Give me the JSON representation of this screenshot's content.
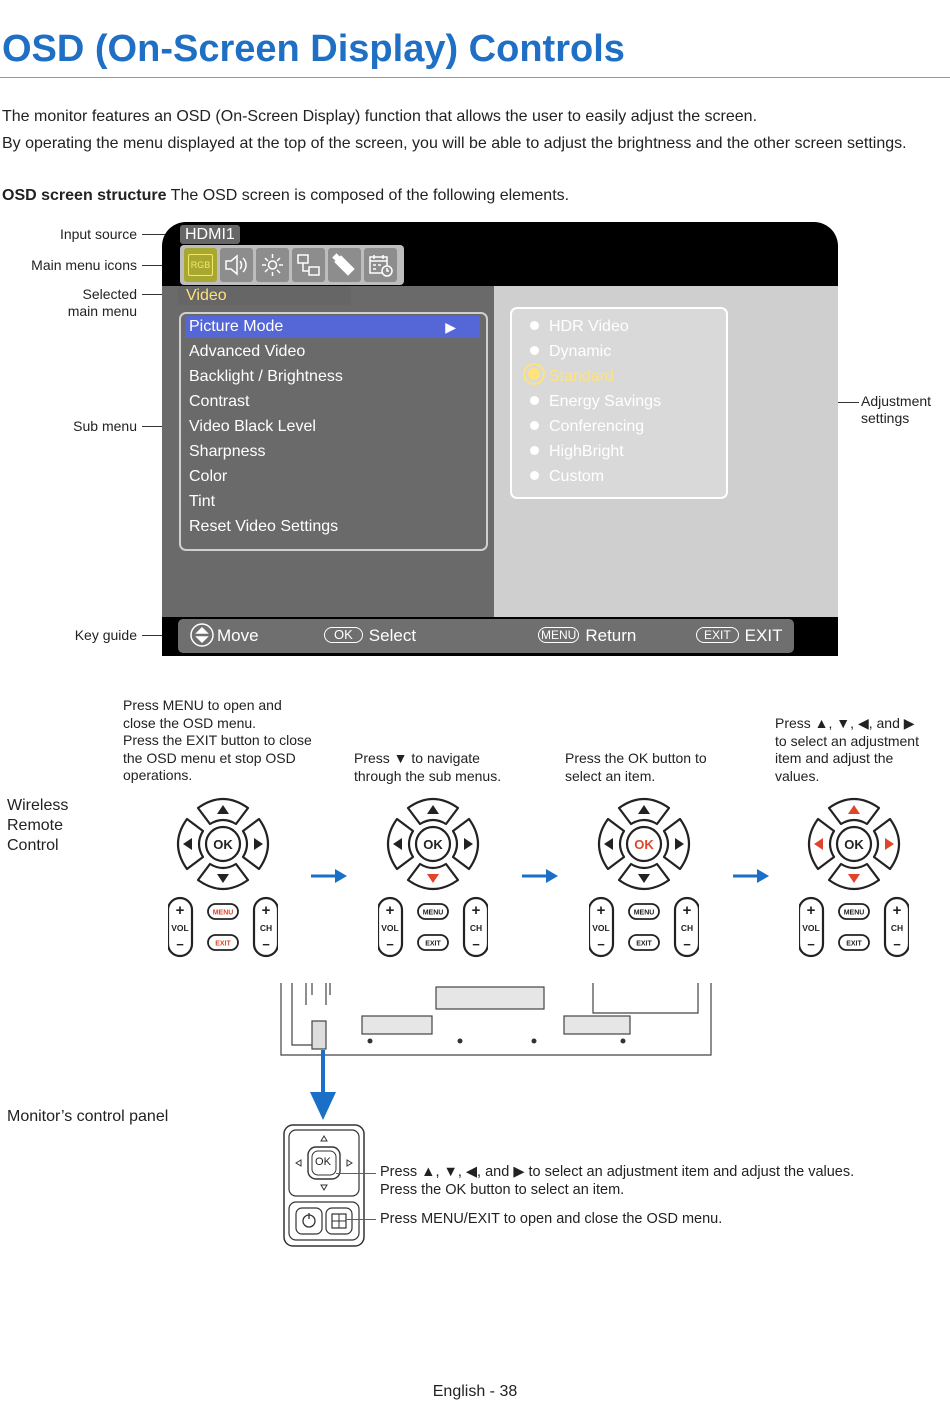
{
  "page": {
    "title": "OSD (On-Screen Display) Controls",
    "intro_line1": "The monitor features an OSD (On-Screen Display) function that allows the user to easily adjust the screen.",
    "intro_line2": "By operating the menu displayed at the top of the screen, you will be able to adjust the brightness and the other screen settings.",
    "structure_heading": "OSD screen structure",
    "structure_text": " The OSD screen is composed of the following elements.",
    "footer": "English - 38"
  },
  "callouts": {
    "input_source": "Input source",
    "main_menu_icons": "Main menu icons",
    "selected_main_menu_l1": "Selected",
    "selected_main_menu_l2": "main menu",
    "sub_menu": "Sub menu",
    "key_guide": "Key guide",
    "adjustment_l1": "Adjustment",
    "adjustment_l2": "settings"
  },
  "osd": {
    "input_source": "HDMI1",
    "main_menu_icons": [
      "rgb-icon",
      "speaker-icon",
      "gear-icon",
      "network-icon",
      "usb-stick-icon",
      "schedule-icon"
    ],
    "selected_main_menu": "Video",
    "sub_menu": [
      "Picture Mode",
      "Advanced Video",
      "Backlight / Brightness",
      "Contrast",
      "Video Black Level",
      "Sharpness",
      "Color",
      "Tint",
      "Reset Video Settings"
    ],
    "sub_menu_highlight_index": 0,
    "adjustment_options": [
      "HDR Video",
      "Dynamic",
      "Standard",
      "Energy Savings",
      "Conferencing",
      "HighBright",
      "Custom"
    ],
    "adjustment_selected_index": 2,
    "key_guide": {
      "move": "Move",
      "ok_badge": "OK",
      "select": "Select",
      "menu_badge": "MENU",
      "return": "Return",
      "exit_badge": "EXIT",
      "exit": "EXIT"
    },
    "icon_rgb_text": "RGB",
    "colors": {
      "highlight": "#5566d6",
      "selected_text": "#ffe27a",
      "title_blue": "#1f6fc4",
      "active_red": "#e0442a"
    }
  },
  "steps": {
    "wireless_l1": "Wireless",
    "wireless_l2": "Remote",
    "wireless_l3": "Control",
    "s1": [
      "Press MENU to open and",
      "close the OSD menu.",
      "Press the EXIT button to close",
      "the OSD menu et stop OSD",
      "operations."
    ],
    "s2": [
      "Press ▼ to navigate",
      "through the sub menus."
    ],
    "s3": [
      "Press the OK button to",
      "select an item."
    ],
    "s4": [
      "Press ▲, ▼, ◀, and ▶",
      "to select an adjustment",
      "item and adjust the",
      "values."
    ],
    "remote_labels": {
      "ok": "OK",
      "menu": "MENU",
      "exit": "EXIT",
      "vol": "VOL",
      "ch": "CH"
    }
  },
  "control_panel": {
    "label": "Monitor’s control panel",
    "ok": "OK",
    "desc1": "Press ▲, ▼, ◀, and ▶ to select an adjustment item and adjust the values.",
    "desc2": "Press the OK button to select an item.",
    "desc3": "Press MENU/EXIT to open and close the OSD menu."
  }
}
